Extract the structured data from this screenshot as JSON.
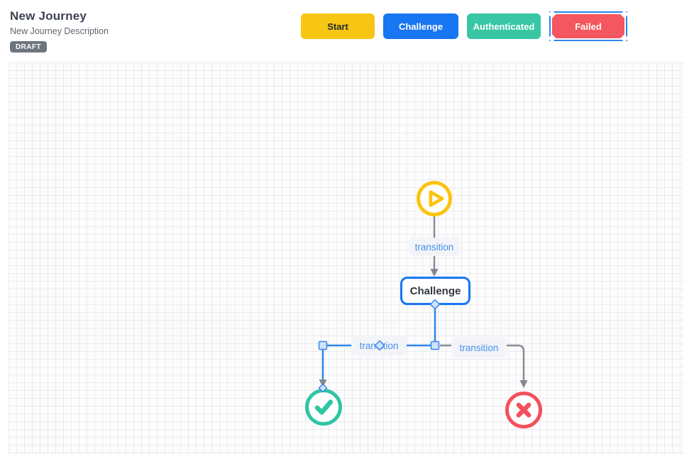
{
  "header": {
    "title": "New Journey",
    "description": "New Journey Description",
    "status_badge": "DRAFT"
  },
  "palette": {
    "buttons": [
      {
        "label": "Start",
        "color": "#f7c513",
        "text_color": "#24292f",
        "selected": false
      },
      {
        "label": "Challenge",
        "color": "#1776f2",
        "text_color": "#ffffff",
        "selected": false
      },
      {
        "label": "Authenticated",
        "color": "#38c6a5",
        "text_color": "#ffffff",
        "selected": false
      },
      {
        "label": "Failed",
        "color": "#f4575f",
        "text_color": "#ffffff",
        "selected": true
      }
    ]
  },
  "canvas": {
    "nodes": [
      {
        "id": "start",
        "type": "start",
        "icon": "play-icon",
        "color": "#fbc30d"
      },
      {
        "id": "challenge",
        "type": "state",
        "label": "Challenge",
        "border_color": "#1776f2"
      },
      {
        "id": "authenticated",
        "type": "success",
        "icon": "check-icon",
        "color": "#2fc5a4"
      },
      {
        "id": "failed",
        "type": "failure",
        "icon": "x-icon",
        "color": "#f4505c"
      }
    ],
    "edges": [
      {
        "from": "start",
        "to": "challenge",
        "label": "transition",
        "selected": false
      },
      {
        "from": "challenge",
        "to": "authenticated",
        "label": "transition",
        "selected": true
      },
      {
        "from": "challenge",
        "to": "failed",
        "label": "transition",
        "selected": false
      }
    ],
    "colors": {
      "edge_selected": "#2f86eb",
      "edge_default": "#888d95",
      "label_text": "#4393f0",
      "grid_line": "#ebebee"
    }
  }
}
